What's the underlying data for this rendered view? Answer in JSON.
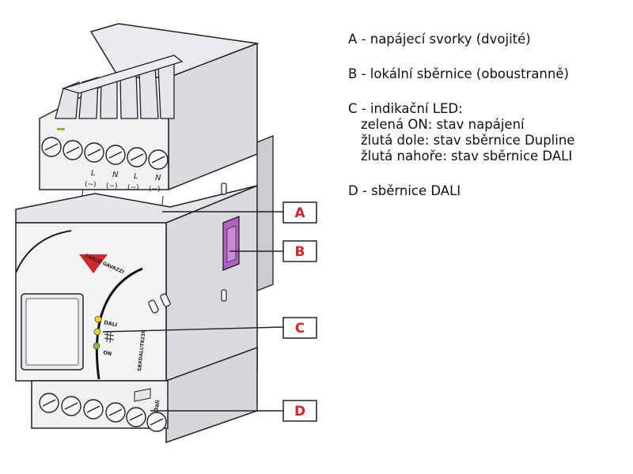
{
  "callouts": [
    {
      "id": "A",
      "label": "A"
    },
    {
      "id": "B",
      "label": "B"
    },
    {
      "id": "C",
      "label": "C"
    },
    {
      "id": "D",
      "label": "D"
    }
  ],
  "device": {
    "brand": "CARLO GAVAZZI",
    "model": "SBXDALI/T8239",
    "terminals": [
      "L",
      "N",
      "L",
      "N"
    ],
    "terminal_symbol": "(~)",
    "led_labels": {
      "dali": "DALI",
      "on": "ON"
    },
    "bottom_label": "Dali"
  },
  "legend": {
    "a": "A - napájecí svorky (dvojité)",
    "b": "B - lokální sběrnice (oboustranně)",
    "c_title": "C - indikační LED:",
    "c_lines": [
      "zelená ON: stav napájení",
      "žlutá dole: stav sběrnice Dupline",
      "žlutá nahoře: stav sběrnice DALI"
    ],
    "d": "D - sběrnice DALI"
  },
  "colors": {
    "callout_red": "#d0262c",
    "led_green": "#7fba3a",
    "led_yellow": "#f3d21b",
    "port_purple": "#b35fc6",
    "body_light": "#f1f2f4",
    "body_shade": "#d4d6da",
    "outline": "#222222"
  }
}
